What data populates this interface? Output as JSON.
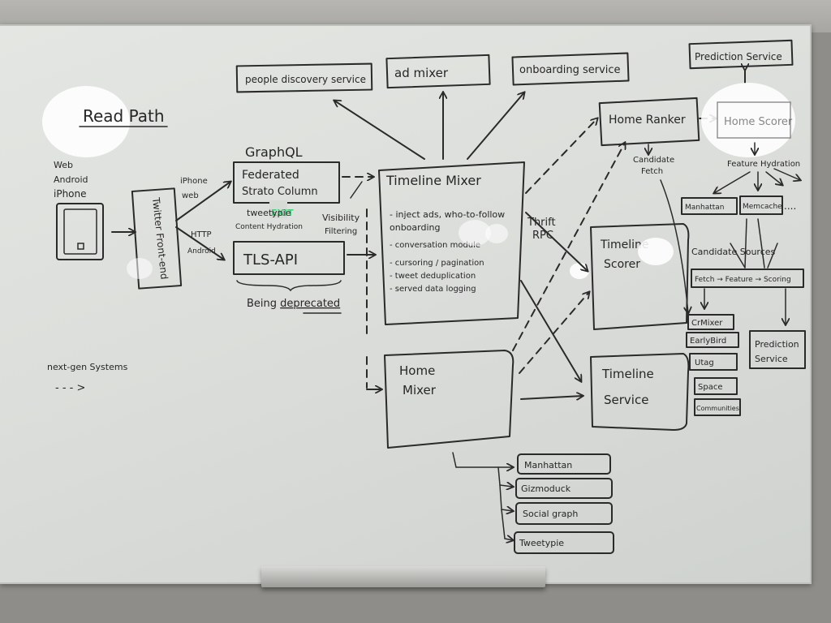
{
  "board": {
    "title": "Read Path",
    "clients": {
      "web": "Web",
      "android": "Android",
      "iphone": "iPhone"
    },
    "twitter_frontend": "Twitter Front-end",
    "protocol_labels": {
      "iphone_web": "iPhone",
      "web": "web",
      "http": "HTTP",
      "android": "Android"
    },
    "graphql_label": "GraphQL",
    "federated_column_line1": "Federated",
    "federated_column_line2": "Strato Column",
    "tweetypie_note": "tweetypie",
    "content_hydration_note": "Content Hydration",
    "visibility_filtering_line1": "Visibility",
    "visibility_filtering_line2": "Filtering",
    "tls_api": "TLS-API",
    "deprecated_note_prefix": "Being ",
    "deprecated_note_word": "deprecated",
    "people_discovery_service": "people discovery service",
    "ad_mixer": "ad mixer",
    "onboarding_service": "onboarding service",
    "timeline_mixer_title": "Timeline Mixer",
    "timeline_mixer_items": [
      "- inject ads, who-to-follow",
      "  onboarding",
      "- conversation module",
      "- cursoring / pagination",
      "- tweet deduplication",
      "- served data logging"
    ],
    "thrift_rpc_line1": "Thrift",
    "thrift_rpc_line2": "RPC",
    "home_mixer_line1": "Home",
    "home_mixer_line2": "Mixer",
    "home_ranker": "Home Ranker",
    "candidate_fetch_line1": "Candidate",
    "candidate_fetch_line2": "Fetch",
    "timeline_scorer_line1": "Timeline",
    "timeline_scorer_line2": "Scorer",
    "timeline_service_line1": "Timeline",
    "timeline_service_line2": "Service",
    "prediction_service_top": "Prediction Service",
    "home_scorer": "Home Scorer",
    "feature_hydration": "Feature Hydration",
    "manhattan_small": "Manhattan",
    "memcache": "Memcache",
    "feature_ellipsis": "....",
    "candidate_sources": "Candidate Sources",
    "pipeline_flow": "Fetch → Feature → Scoring",
    "candidate_source_items": [
      "CrMixer",
      "EarlyBird",
      "Utag",
      "Space",
      "Communities"
    ],
    "prediction_service_lower_line1": "Prediction",
    "prediction_service_lower_line2": "Service",
    "home_mixer_stores": [
      "Manhattan",
      "Gizmoduck",
      "Social graph",
      "Tweetypie"
    ],
    "legend_label": "next-gen Systems",
    "legend_arrow": "- - - >",
    "exit_sign": "EXIT"
  },
  "colors": {
    "board": "#dfe1de",
    "ink": "#2a2a2a",
    "wall": "#8f8d89",
    "exit_sign": "#3fd07a"
  }
}
